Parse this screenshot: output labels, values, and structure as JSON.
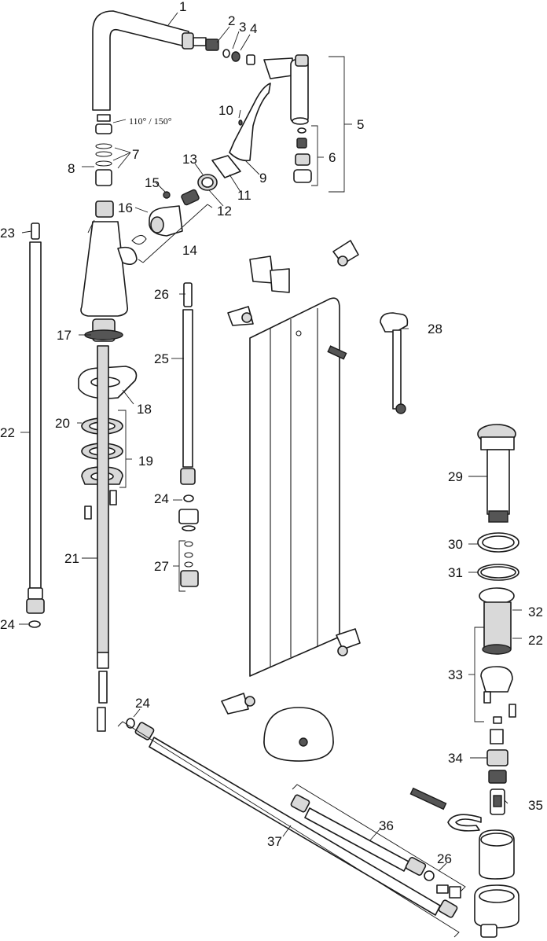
{
  "callouts": [
    {
      "id": "c1",
      "label": "1"
    },
    {
      "id": "c2",
      "label": "2"
    },
    {
      "id": "c3",
      "label": "3"
    },
    {
      "id": "c4",
      "label": "4"
    },
    {
      "id": "c5",
      "label": "5"
    },
    {
      "id": "c6",
      "label": "6"
    },
    {
      "id": "c7",
      "label": "7"
    },
    {
      "id": "c8",
      "label": "8"
    },
    {
      "id": "c9",
      "label": "9"
    },
    {
      "id": "c10",
      "label": "10"
    },
    {
      "id": "c11",
      "label": "11"
    },
    {
      "id": "c12",
      "label": "12"
    },
    {
      "id": "c13",
      "label": "13"
    },
    {
      "id": "c14",
      "label": "14"
    },
    {
      "id": "c15",
      "label": "15"
    },
    {
      "id": "c16",
      "label": "16"
    },
    {
      "id": "c17",
      "label": "17"
    },
    {
      "id": "c18",
      "label": "18"
    },
    {
      "id": "c19",
      "label": "19"
    },
    {
      "id": "c20",
      "label": "20"
    },
    {
      "id": "c21",
      "label": "21"
    },
    {
      "id": "c22a",
      "label": "22"
    },
    {
      "id": "c22b",
      "label": "22"
    },
    {
      "id": "c23",
      "label": "23"
    },
    {
      "id": "c24a",
      "label": "24"
    },
    {
      "id": "c24b",
      "label": "24"
    },
    {
      "id": "c24c",
      "label": "24"
    },
    {
      "id": "c25",
      "label": "25"
    },
    {
      "id": "c26a",
      "label": "26"
    },
    {
      "id": "c26b",
      "label": "26"
    },
    {
      "id": "c27",
      "label": "27"
    },
    {
      "id": "c28",
      "label": "28"
    },
    {
      "id": "c29",
      "label": "29"
    },
    {
      "id": "c30",
      "label": "30"
    },
    {
      "id": "c31",
      "label": "31"
    },
    {
      "id": "c32",
      "label": "32"
    },
    {
      "id": "c33",
      "label": "33"
    },
    {
      "id": "c34",
      "label": "34"
    },
    {
      "id": "c35",
      "label": "35"
    },
    {
      "id": "c36",
      "label": "36"
    },
    {
      "id": "c37",
      "label": "37"
    }
  ],
  "rotation_note": "110° / 150°"
}
